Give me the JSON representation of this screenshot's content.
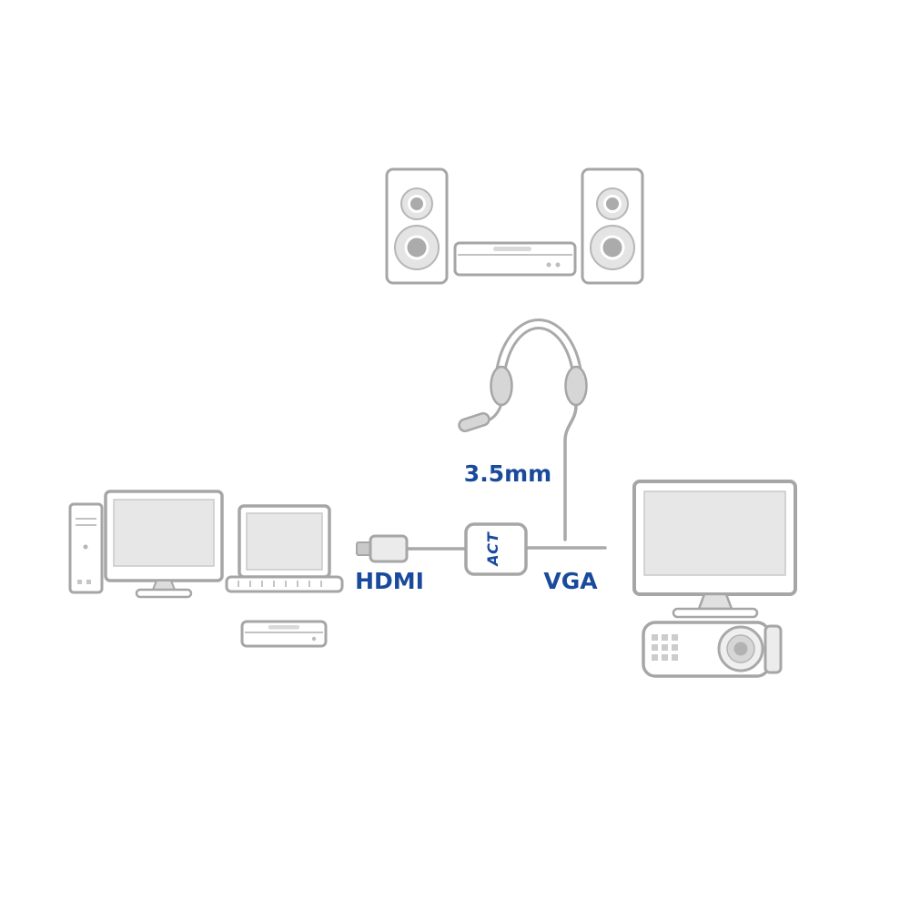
{
  "diagram": {
    "brand_label": "ACT",
    "labels": {
      "hdmi": "HDMI",
      "vga": "VGA",
      "audio_jack": "3.5mm"
    },
    "colors": {
      "accent_blue": "#1a4a9c",
      "line_gray": "#a6a6a6",
      "screen_gray": "#e7e7e7"
    },
    "icons": {
      "adapter": "hdmi-to-vga-adapter",
      "source_devices": [
        "desktop-pc-tower",
        "desktop-monitor",
        "laptop",
        "dvd-player"
      ],
      "output_devices": [
        "speaker-left",
        "av-receiver",
        "speaker-right",
        "headset",
        "vga-monitor",
        "projector"
      ]
    }
  }
}
